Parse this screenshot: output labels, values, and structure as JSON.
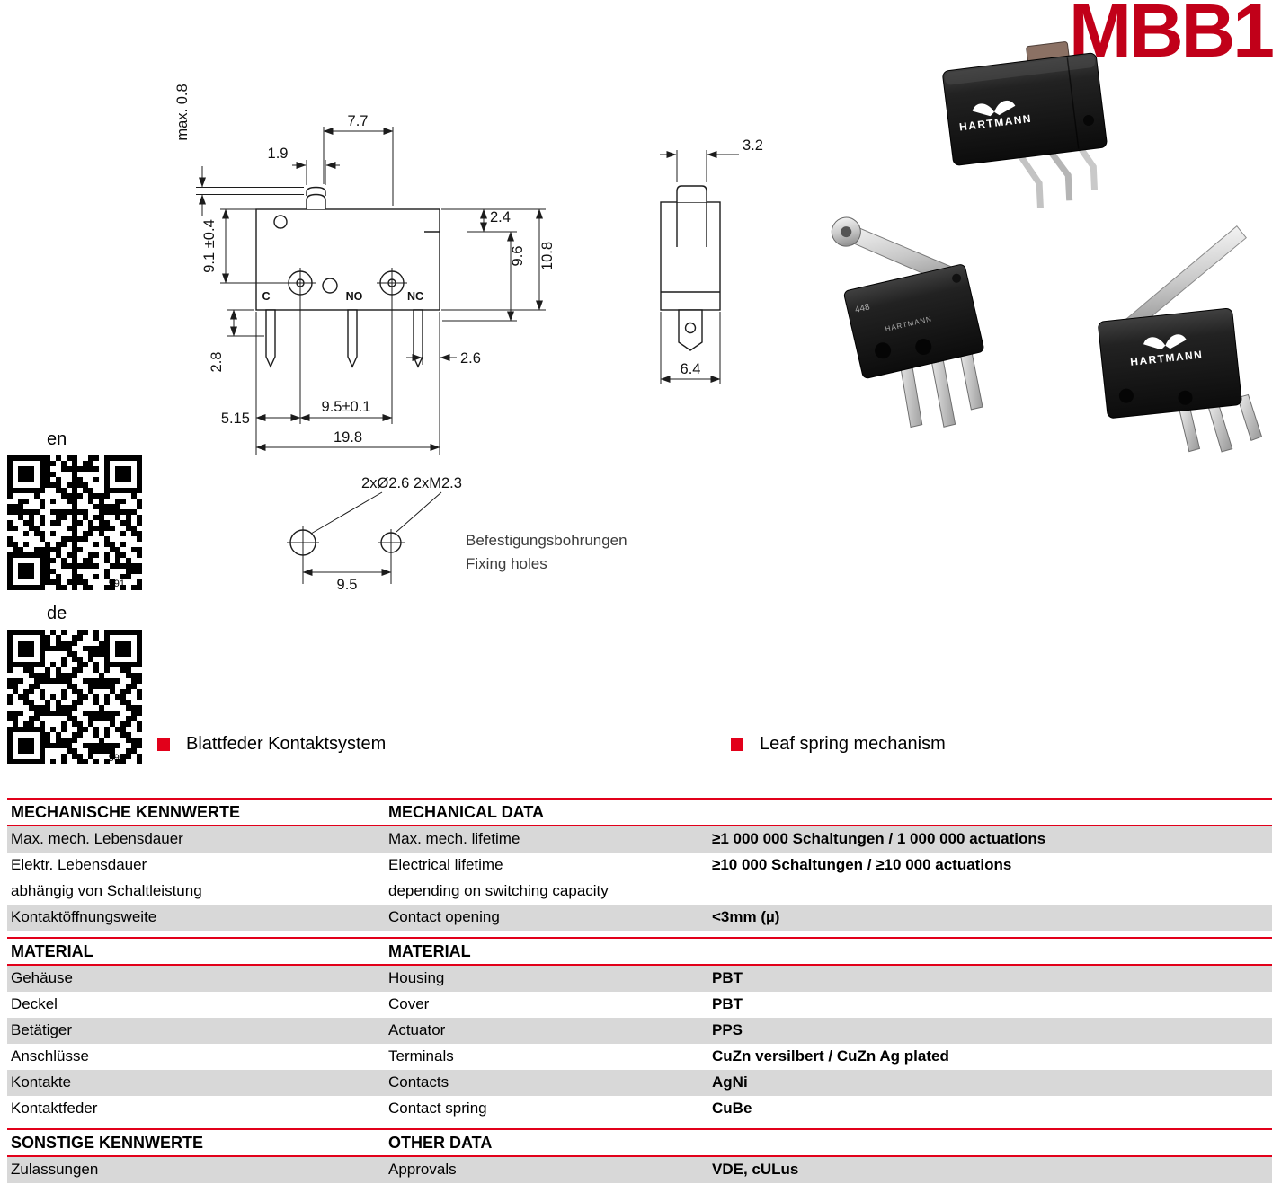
{
  "colors": {
    "accent": "#e2001a",
    "title": "#c10019",
    "stripe": "#d8d8d8"
  },
  "header": {
    "title": "MBB1"
  },
  "brand": {
    "name": "HARTMANN",
    "marking": "448"
  },
  "qr": {
    "en": {
      "label": "en",
      "number": "591"
    },
    "de": {
      "label": "de",
      "number": "591"
    }
  },
  "features": {
    "de": "Blattfeder Kontaktsystem",
    "en": "Leaf spring mechanism"
  },
  "drawing": {
    "front": {
      "dim_overtravel": "max. 0.8",
      "dim_top_width": "7.7",
      "dim_plunger_width": "1.9",
      "dim_hole_top": "9.1 ±0.4",
      "dim_step": "2.4",
      "dim_height_inner": "9.6",
      "dim_height": "10.8",
      "dim_terminal_length": "2.8",
      "dim_hole_left": "5.15",
      "dim_hole_pitch": "9.5±0.1",
      "dim_length": "19.8",
      "dim_terminal_edge": "2.6",
      "label_c": "C",
      "label_no": "NO",
      "label_nc": "NC"
    },
    "side": {
      "dim_plunger": "3.2",
      "dim_depth": "6.4"
    },
    "fixing": {
      "spec": "2xØ2.6  2xM2.3",
      "dim_pitch": "9.5",
      "caption_de": "Befestigungsbohrungen",
      "caption_en": "Fixing holes"
    }
  },
  "table": {
    "sections": [
      {
        "header_de": "MECHANISCHE KENNWERTE",
        "header_en": "MECHANICAL DATA",
        "rows": [
          {
            "de": "Max. mech. Lebensdauer",
            "en": "Max. mech. lifetime",
            "value": "≥1 000 000 Schaltungen / 1 000 000 actuations"
          },
          {
            "de": "Elektr. Lebensdauer",
            "en": "Electrical lifetime",
            "value": "≥10 000 Schaltungen / ≥10 000 actuations"
          },
          {
            "de": "abhängig von Schaltleistung",
            "en": "depending on switching capacity",
            "value": ""
          },
          {
            "de": "Kontaktöffnungsweite",
            "en": "Contact opening",
            "value": "<3mm (µ)"
          }
        ]
      },
      {
        "header_de": "MATERIAL",
        "header_en": "MATERIAL",
        "rows": [
          {
            "de": "Gehäuse",
            "en": "Housing",
            "value": "PBT"
          },
          {
            "de": "Deckel",
            "en": "Cover",
            "value": "PBT"
          },
          {
            "de": "Betätiger",
            "en": "Actuator",
            "value": "PPS"
          },
          {
            "de": "Anschlüsse",
            "en": "Terminals",
            "value": "CuZn versilbert / CuZn Ag plated"
          },
          {
            "de": "Kontakte",
            "en": "Contacts",
            "value": "AgNi"
          },
          {
            "de": "Kontaktfeder",
            "en": "Contact spring",
            "value": "CuBe"
          }
        ]
      },
      {
        "header_de": "SONSTIGE KENNWERTE",
        "header_en": "OTHER DATA",
        "rows": [
          {
            "de": "Zulassungen",
            "en": "Approvals",
            "value": "VDE, cULus"
          }
        ]
      }
    ]
  }
}
